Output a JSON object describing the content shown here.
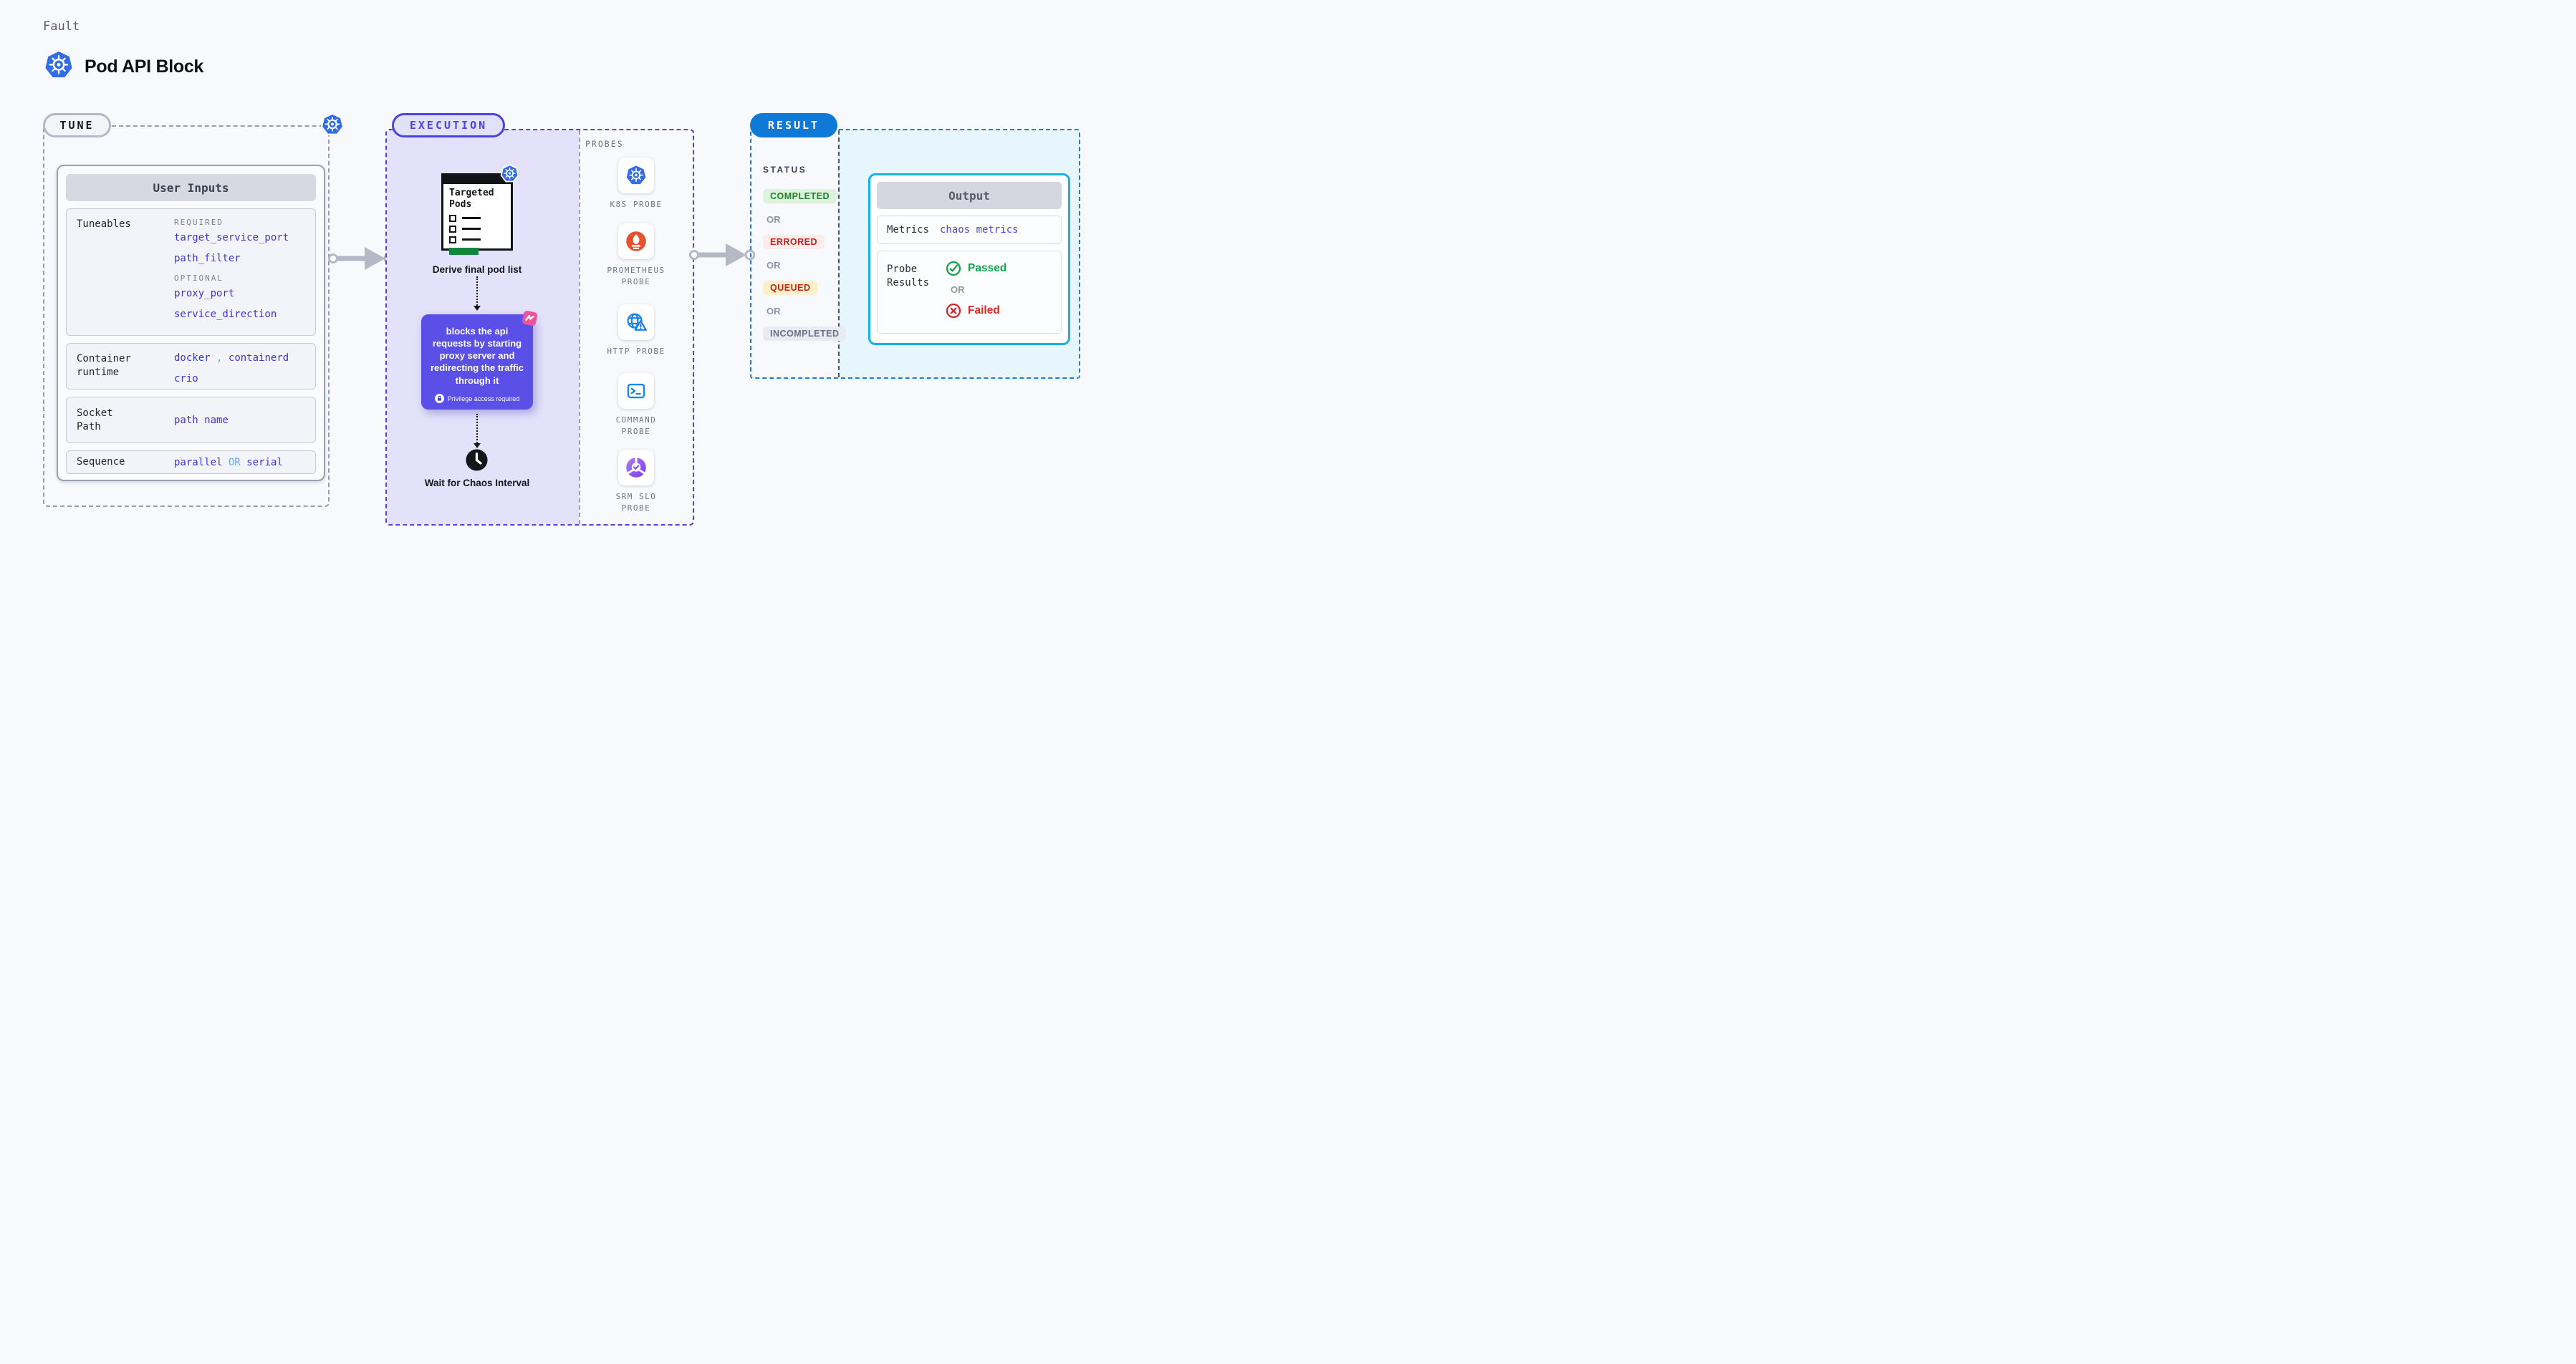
{
  "header": {
    "kicker": "Fault",
    "title": "Pod API Block"
  },
  "tune": {
    "pill": "TUNE",
    "panel_title": "User Inputs",
    "tuneables": {
      "label": "Tuneables",
      "required_label": "REQUIRED",
      "required": [
        "target_service_port",
        "path_filter"
      ],
      "optional_label": "OPTIONAL",
      "optional": [
        "proxy_port",
        "service_direction"
      ]
    },
    "container_runtime": {
      "label": "Container runtime",
      "value1": "docker",
      "comma": ",",
      "value2": "containerd",
      "value3": "crio"
    },
    "socket_path": {
      "label": "Socket Path",
      "value": "path name"
    },
    "sequence": {
      "label": "Sequence",
      "value1": "parallel",
      "or": "OR",
      "value2": "serial"
    }
  },
  "execution": {
    "pill": "EXECUTION",
    "targeted_pods_title": "Targeted Pods",
    "derive_caption": "Derive final pod list",
    "callout_text": "blocks the api requests by starting proxy server and redirecting the traffic through it",
    "privilege_note": "Privilege access required",
    "wait_caption": "Wait for Chaos Interval"
  },
  "probes": {
    "heading": "PROBES",
    "items": [
      {
        "label": "K8S PROBE",
        "icon": "kubernetes-icon"
      },
      {
        "label": "PROMETHEUS PROBE",
        "icon": "prometheus-icon"
      },
      {
        "label": "HTTP PROBE",
        "icon": "globe-warning-icon"
      },
      {
        "label": "COMMAND PROBE",
        "icon": "terminal-icon"
      },
      {
        "label": "SRM SLO PROBE",
        "icon": "slo-gauge-icon"
      }
    ]
  },
  "result": {
    "pill": "RESULT",
    "status_heading": "STATUS",
    "or": "OR",
    "statuses": [
      {
        "label": "COMPLETED"
      },
      {
        "label": "ERRORED"
      },
      {
        "label": "QUEUED"
      },
      {
        "label": "INCOMPLETED"
      }
    ],
    "output": {
      "title": "Output",
      "metrics_label": "Metrics",
      "metrics_value": "chaos metrics",
      "probe_results_label": "Probe Results",
      "passed": "Passed",
      "or": "OR",
      "failed": "Failed"
    }
  },
  "colors": {
    "kubernetes_blue": "#326de6",
    "execution_indigo": "#4d43e0",
    "callout_purple": "#5a4fe6",
    "result_blue": "#0f79d7",
    "output_border_cyan": "#14b2e9",
    "code_indigo": "#3e35d2",
    "accent_light_blue": "#6aa7f6",
    "passed_green": "#17a34a",
    "failed_red": "#d92626",
    "prometheus_orange": "#e6522c",
    "chaos_pink": "#f0509c",
    "targeted_bar_green": "#12873c"
  }
}
